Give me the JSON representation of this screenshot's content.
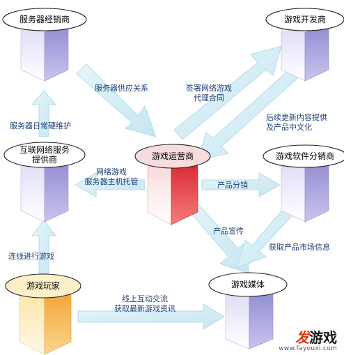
{
  "nodes": {
    "server_dealer": "服务器经销商",
    "game_developer": "游戏开发商",
    "isp_provider": "互联网络服务\n提供商",
    "game_operator": "游戏运营商",
    "software_distributor": "游戏软件分销商",
    "game_player": "游戏玩家",
    "game_media": "游戏媒体"
  },
  "edges": {
    "server_supply": "服务器供应关系",
    "sign_contract": "签署网络游戏\n代理合同",
    "content_support": "后续更新内容提供\n及产品中文化",
    "hardware_maintenance": "服务器日常硬维护",
    "server_hosting": "网络游戏\n服务器主机托管",
    "product_distribution": "产品分销",
    "product_promotion": "产品宣传",
    "market_info": "获取产品市场信息",
    "online_play": "连线进行游戏",
    "online_exchange": "线上互动交流\n获取最新游戏资讯"
  },
  "watermark": {
    "brand_part1": "发",
    "brand_part2": "游戏",
    "url": "www.fayouxi.com"
  },
  "colors": {
    "arrow_fill": "#d2ecf4",
    "arrow_stroke": "#b4dbea",
    "box_blue_light": "#eeecfb",
    "box_blue_dark": "#9f9ad6",
    "box_red_light": "#ffffff",
    "box_red_dark": "#e8323a",
    "box_orange_light": "#fff1d2",
    "box_orange_dark": "#f4b54a",
    "ellipse_plain": "#ffffff",
    "ellipse_pink": "#f6dcdc",
    "ellipse_cream": "#fdf0c8",
    "label_text": "#1f3f7a",
    "watermark_red": "#e03a14"
  }
}
